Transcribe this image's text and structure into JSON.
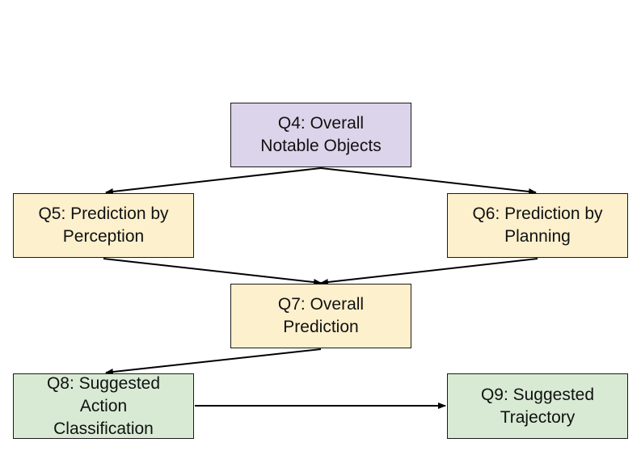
{
  "colors": {
    "question_4": "#dcd4ea",
    "prediction": "#fdf0cd",
    "suggestion": "#d8ead4",
    "border": "#1a1a1a",
    "arrow": "#000000"
  },
  "nodes": {
    "q4": {
      "lines": [
        "Q4: Overall",
        "Notable Objects"
      ]
    },
    "q5": {
      "lines": [
        "Q5: Prediction by",
        "Perception"
      ]
    },
    "q6": {
      "lines": [
        "Q6: Prediction by",
        "Planning"
      ]
    },
    "q7": {
      "lines": [
        "Q7: Overall",
        "Prediction"
      ]
    },
    "q8": {
      "lines": [
        "Q8: Suggested",
        "Action",
        "Classification"
      ]
    },
    "q9": {
      "lines": [
        "Q9: Suggested",
        "Trajectory"
      ]
    }
  },
  "edges": [
    {
      "from": "q4",
      "to": "q5"
    },
    {
      "from": "q4",
      "to": "q6"
    },
    {
      "from": "q5",
      "to": "q7"
    },
    {
      "from": "q6",
      "to": "q7"
    },
    {
      "from": "q7",
      "to": "q8"
    },
    {
      "from": "q8",
      "to": "q9"
    }
  ]
}
